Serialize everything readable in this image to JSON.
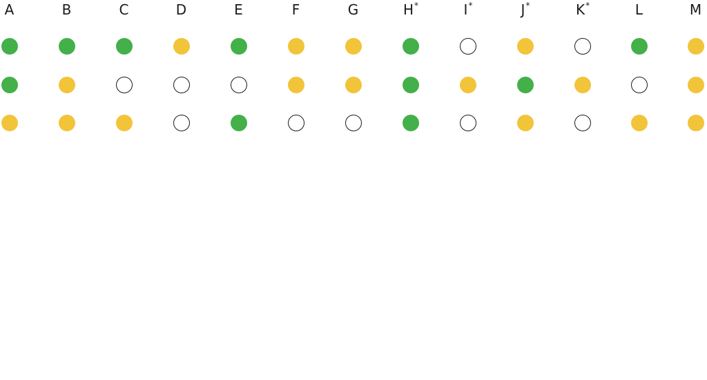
{
  "colors": {
    "green": "#43b04a",
    "yellow": "#f2c43a",
    "empty": "#ffffff",
    "outline": "#1a1a1a"
  },
  "columns": [
    {
      "label": "A",
      "mark": "",
      "dots": [
        "green",
        "green",
        "yellow"
      ]
    },
    {
      "label": "B",
      "mark": "",
      "dots": [
        "green",
        "yellow",
        "yellow"
      ]
    },
    {
      "label": "C",
      "mark": "",
      "dots": [
        "green",
        "empty",
        "yellow"
      ]
    },
    {
      "label": "D",
      "mark": "",
      "dots": [
        "yellow",
        "empty",
        "empty"
      ]
    },
    {
      "label": "E",
      "mark": "",
      "dots": [
        "green",
        "empty",
        "green"
      ]
    },
    {
      "label": "F",
      "mark": "",
      "dots": [
        "yellow",
        "yellow",
        "empty"
      ]
    },
    {
      "label": "G",
      "mark": "",
      "dots": [
        "yellow",
        "yellow",
        "empty"
      ]
    },
    {
      "label": "H",
      "mark": "*",
      "dots": [
        "green",
        "green",
        "green"
      ]
    },
    {
      "label": "I",
      "mark": "*",
      "dots": [
        "empty",
        "yellow",
        "empty"
      ]
    },
    {
      "label": "J",
      "mark": "*",
      "dots": [
        "yellow",
        "green",
        "yellow"
      ]
    },
    {
      "label": "K",
      "mark": "*",
      "dots": [
        "empty",
        "yellow",
        "empty"
      ]
    },
    {
      "label": "L",
      "mark": "",
      "dots": [
        "green",
        "empty",
        "yellow"
      ]
    },
    {
      "label": "M",
      "mark": "",
      "dots": [
        "yellow",
        "yellow",
        "yellow"
      ]
    }
  ]
}
